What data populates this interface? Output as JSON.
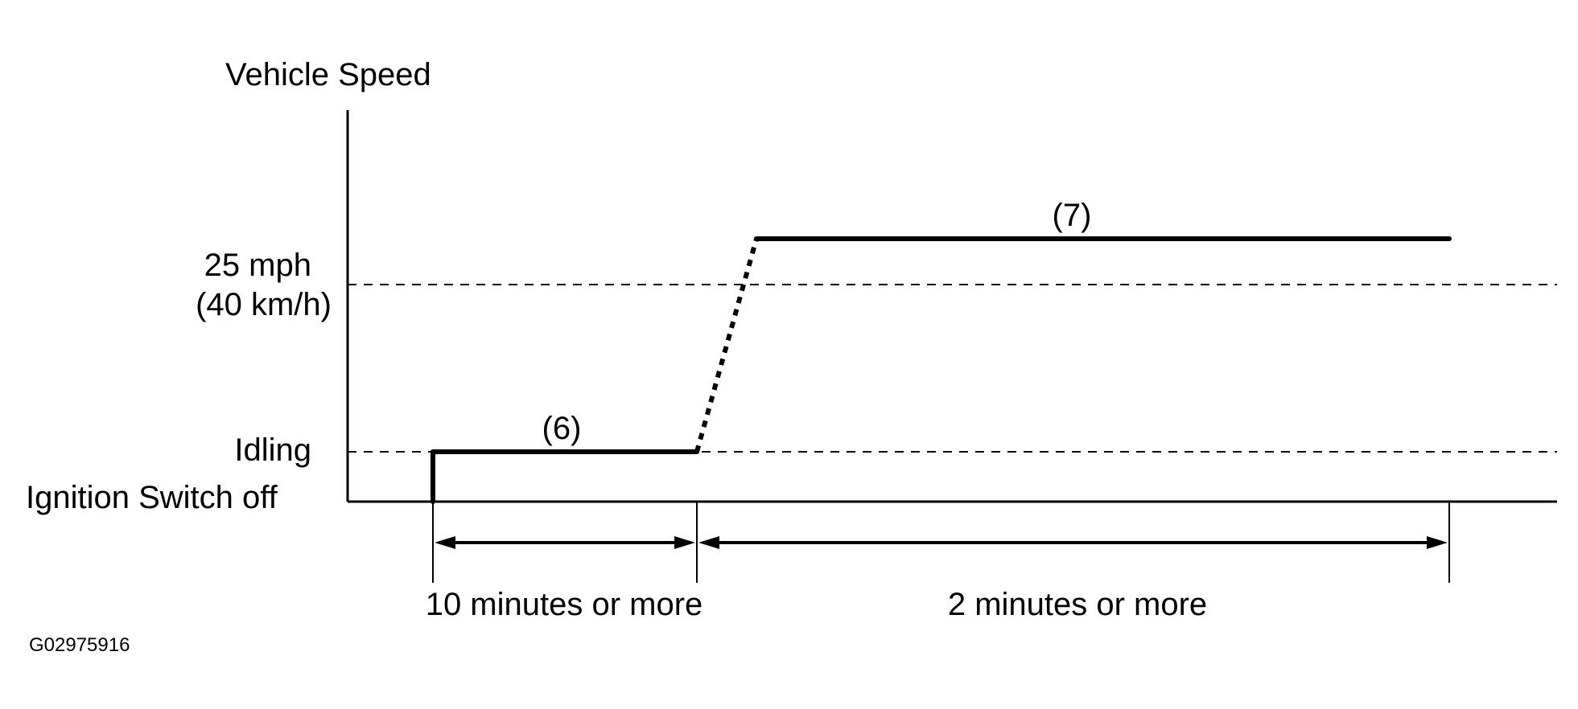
{
  "diagram": {
    "y_axis_title": "Vehicle Speed",
    "level_25mph_label_line1": "25 mph",
    "level_25mph_label_line2": "(40 km/h)",
    "level_idling_label": "Idling",
    "level_off_label": "Ignition Switch off",
    "step6_label": "(6)",
    "step7_label": "(7)",
    "duration1_label": "10 minutes or more",
    "duration2_label": "2 minutes or more",
    "figure_code": "G02975916"
  }
}
